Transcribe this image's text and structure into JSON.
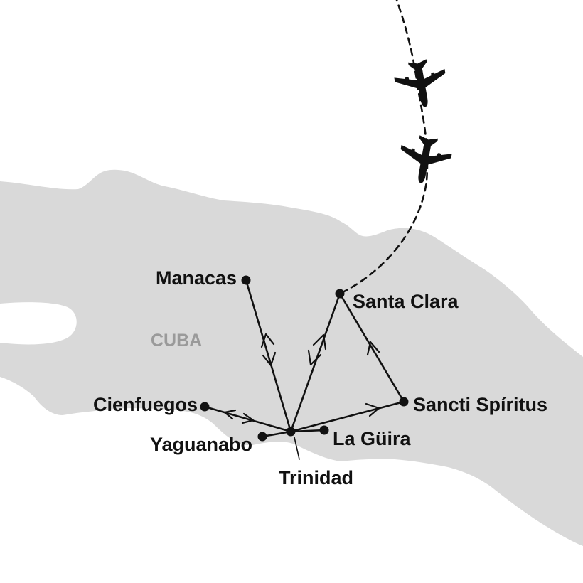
{
  "map": {
    "country_label": "CUBA",
    "colors": {
      "land": "#d9d9d9",
      "sea": "#ffffff",
      "route": "#111111",
      "country_label": "#9a9a9a",
      "city_dot": "#111111"
    },
    "icons": [
      "airplane-icon",
      "airplane-icon"
    ],
    "cities": {
      "manacas": "Manacas",
      "santa_clara": "Santa Clara",
      "cienfuegos": "Cienfuegos",
      "sancti_spiritus": "Sancti Spíritus",
      "yaguanabo": "Yaguanabo",
      "la_guira": "La Güira",
      "trinidad": "Trinidad"
    },
    "routes": [
      {
        "from": "Trinidad",
        "to": "Manacas",
        "style": "round-trip"
      },
      {
        "from": "Trinidad",
        "to": "Santa Clara",
        "style": "round-trip"
      },
      {
        "from": "Trinidad",
        "to": "Cienfuegos",
        "style": "round-trip"
      },
      {
        "from": "Trinidad",
        "to": "Yaguanabo",
        "style": "solid"
      },
      {
        "from": "Trinidad",
        "to": "La Güira",
        "style": "solid"
      },
      {
        "from": "Trinidad",
        "to": "Sancti Spíritus",
        "style": "one-way"
      },
      {
        "from": "Sancti Spíritus",
        "to": "Santa Clara",
        "style": "one-way"
      },
      {
        "from": "Santa Clara",
        "to": "",
        "style": "dashed-flight"
      }
    ]
  }
}
